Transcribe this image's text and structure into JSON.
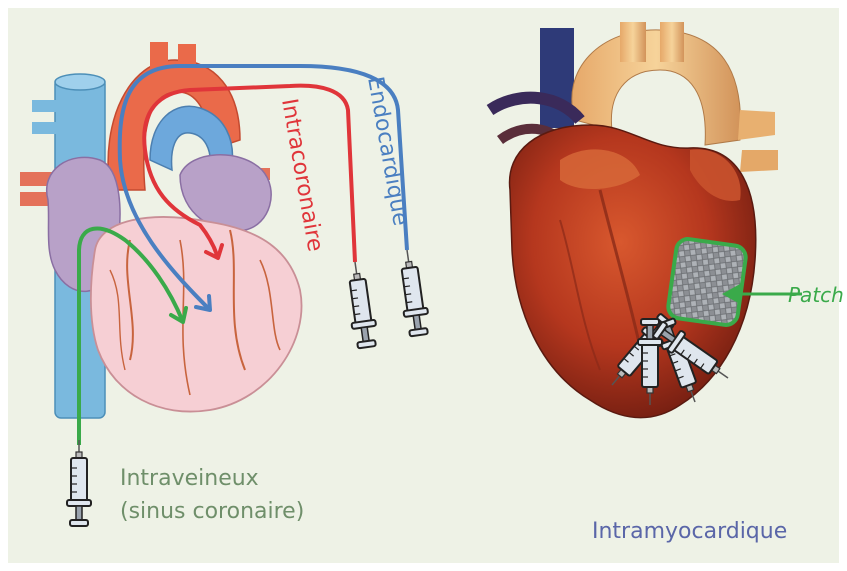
{
  "labels": {
    "endocardique": "Endocardique",
    "intracoronaire": "Intracoronaire",
    "intraveineux_line1": "Intraveineux",
    "intraveineux_line2": "(sinus coronaire)",
    "patch": "Patch",
    "intramyocardique": "Intramyocardique"
  },
  "colors": {
    "background": "#eef2e6",
    "endocardique": "#4a7fc1",
    "intracoronaire": "#e0353a",
    "intraveineux": "#3aaa4a",
    "intraveineux_text": "#6f8f6a",
    "patch": "#3aaa4a",
    "intramyocardique": "#5a66a8"
  },
  "icons": [
    "heart-illustration",
    "realistic-heart",
    "syringe-icon",
    "cardiac-patch"
  ]
}
